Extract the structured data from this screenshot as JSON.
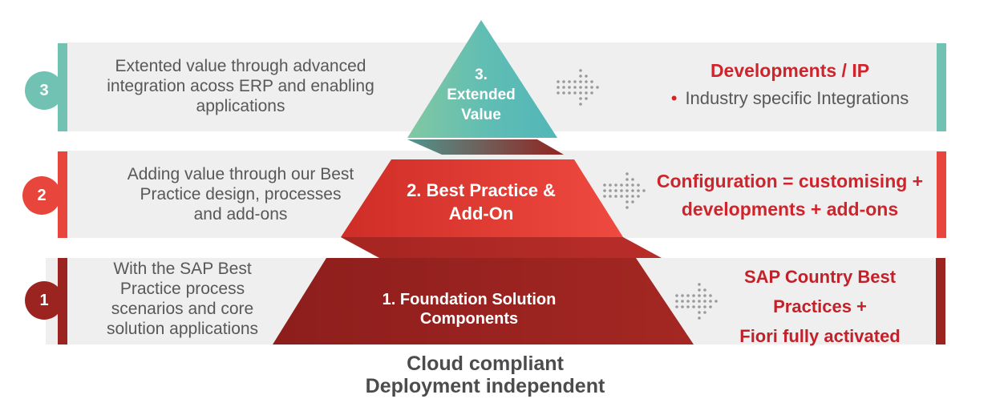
{
  "caption_lines": [
    "Cloud compliant",
    "Deployment independent"
  ],
  "levels": {
    "three": {
      "badge": "3",
      "left_lines": [
        "Extented value through advanced",
        "integration acoss ERP and enabling",
        "applications"
      ],
      "tier_lines": [
        "3.",
        "Extended",
        "Value"
      ],
      "right_heading": "Developments / IP",
      "right_bullet": "Industry specific Integrations",
      "accent_color": "#72c2b4"
    },
    "two": {
      "badge": "2",
      "left_lines": [
        "Adding value through our Best",
        "Practice design, processes",
        "and add-ons"
      ],
      "tier_lines": [
        "2. Best Practice &",
        "Add-On"
      ],
      "right_lines": [
        "Configuration = customising +",
        "developments + add-ons"
      ],
      "accent_color": "#e8453d"
    },
    "one": {
      "badge": "1",
      "left_lines": [
        "With the SAP Best",
        "Practice process",
        "scenarios and core",
        "solution applications"
      ],
      "tier_lines": [
        "1. Foundation Solution Components"
      ],
      "right_lines": [
        "SAP Country Best",
        "Practices +",
        "Fiori fully activated"
      ],
      "accent_color": "#9b2421"
    }
  },
  "icons": {
    "bullet": "•",
    "dotted_arrow": "dotted-arrow-right"
  },
  "colors": {
    "teal": "#72c2b4",
    "red": "#e8453d",
    "dark_red": "#9b2421",
    "band_background": "#f0efef",
    "body_text_gray": "#58585a",
    "red_text": "#cf242c",
    "dark_red_text": "#c2212a",
    "caption_text": "#4c4c4e",
    "dot_gray": "#9a9a9a"
  }
}
